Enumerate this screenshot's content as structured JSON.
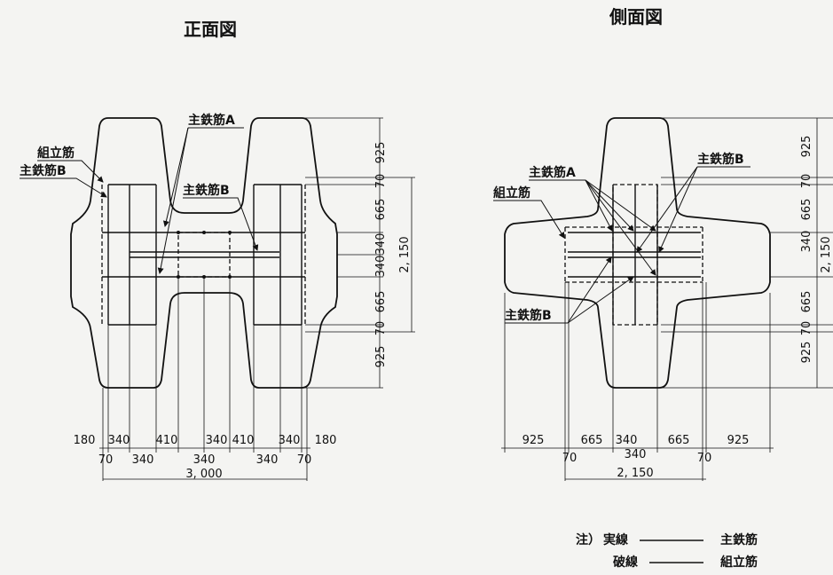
{
  "front_view": {
    "title": "正面図",
    "labels": {
      "kumitate": "組立筋",
      "main_a": "主鉄筋A",
      "main_b_left": "主鉄筋B",
      "main_b_center": "主鉄筋B"
    },
    "dims_right": [
      "925",
      "70",
      "665",
      "340",
      "340",
      "665",
      "70",
      "925",
      "2, 150"
    ],
    "dims_bottom_top": [
      "180",
      "340",
      "410",
      "340",
      "410",
      "340",
      "180"
    ],
    "dims_bottom_mid": [
      "70",
      "340",
      "340",
      "340",
      "70"
    ],
    "dims_total": "3, 000"
  },
  "side_view": {
    "title": "側面図",
    "labels": {
      "main_a": "主鉄筋A",
      "kumitate": "組立筋",
      "main_b_top": "主鉄筋B",
      "main_b_bottom": "主鉄筋B"
    },
    "dims_right": [
      "925",
      "70",
      "665",
      "340",
      "665",
      "70",
      "925",
      "2, 150"
    ],
    "dims_bottom_top": [
      "925",
      "665",
      "340",
      "665",
      "925"
    ],
    "dims_bottom_mid": [
      "70",
      "340",
      "70"
    ],
    "dims_total": "2, 150"
  },
  "legend": {
    "prefix": "注）",
    "solid_label": "実線",
    "solid_meaning": "主鉄筋",
    "dashed_label": "破線",
    "dashed_meaning": "組立筋"
  }
}
